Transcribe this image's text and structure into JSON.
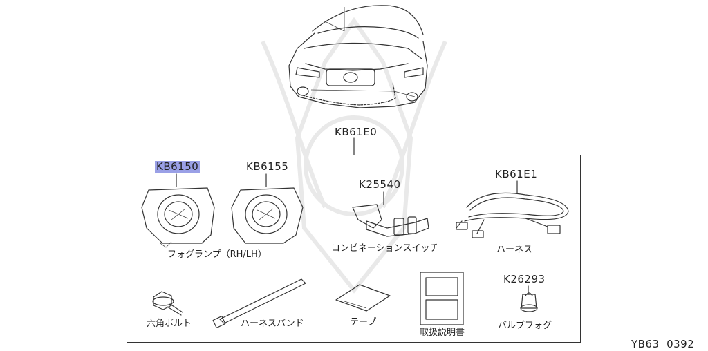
{
  "parts": {
    "kit_code": "KB61E0",
    "fog_lamp_rh": "KB6150",
    "fog_lamp_lh": "KB6155",
    "fog_lamp_name": "フォグランプ（RH/LH）",
    "switch_code": "K25540",
    "switch_name": "コンビネーションスイッチ",
    "harness_code": "KB61E1",
    "harness_name": "ハーネス",
    "bolt_name": "六角ボルト",
    "harness_band_name": "ハーネスバンド",
    "tape_name": "テープ",
    "manual_name": "取扱説明書",
    "bulb_code": "K26293",
    "bulb_name": "バルブフォグ"
  },
  "drawing_id": "YB63  0392",
  "highlight_color": "#9aa0e6"
}
